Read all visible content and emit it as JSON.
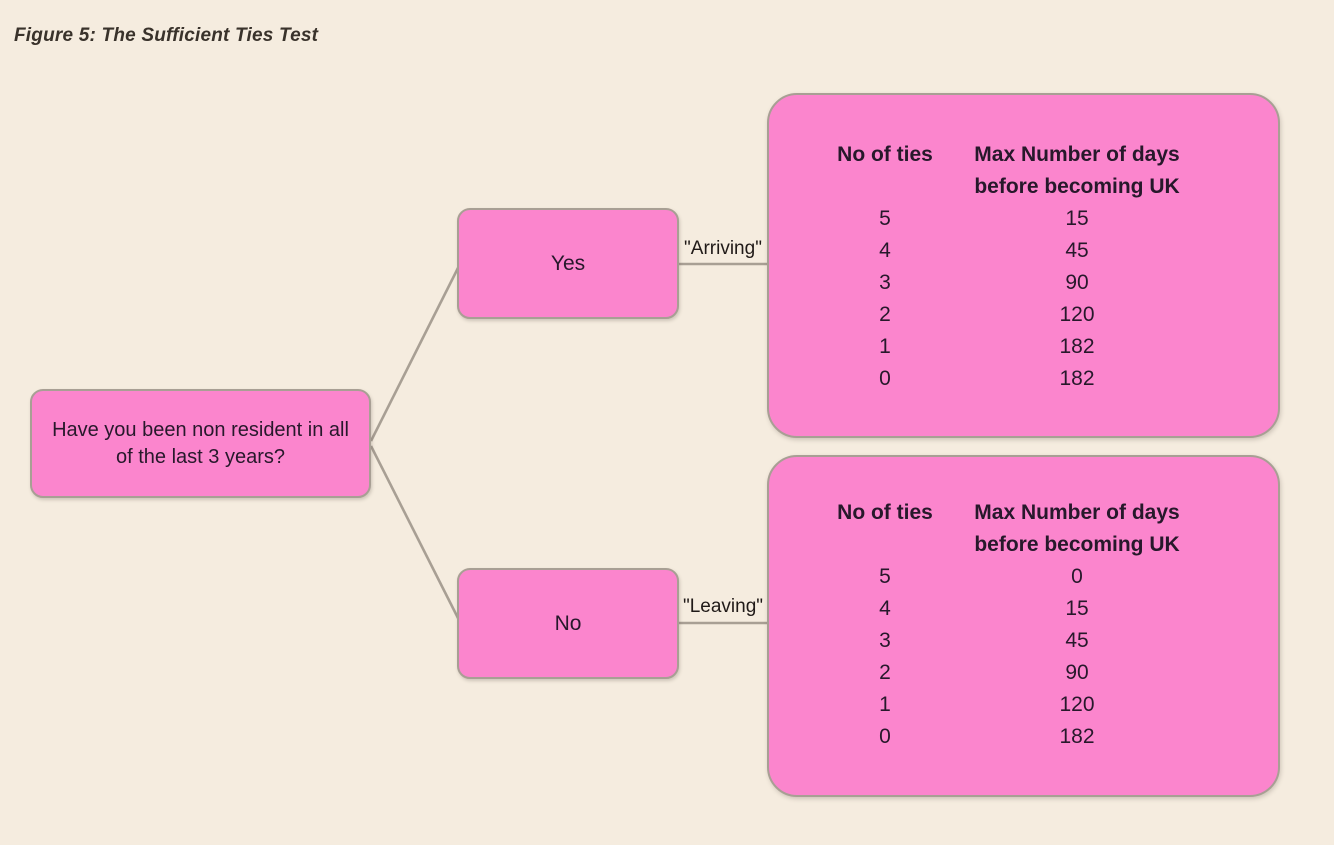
{
  "figure_title": "Figure 5: The Sufficient Ties Test",
  "colors": {
    "background": "#f5ecdf",
    "node_fill": "#fb85cd",
    "node_border": "#a89f94",
    "connector": "#a89f94",
    "text": "#27182b",
    "title_text": "#39322b"
  },
  "root_question": "Have you been non resident in all of the last 3 years?",
  "branches": [
    {
      "answer": "Yes",
      "edge_label": "\"Arriving\"",
      "table": {
        "ties_header": "No of ties",
        "days_header_line1": "Max Number of days",
        "days_header_line2": "before becoming UK",
        "rows": [
          {
            "ties": "5",
            "days": "15"
          },
          {
            "ties": "4",
            "days": "45"
          },
          {
            "ties": "3",
            "days": "90"
          },
          {
            "ties": "2",
            "days": "120"
          },
          {
            "ties": "1",
            "days": "182"
          },
          {
            "ties": "0",
            "days": "182"
          }
        ]
      }
    },
    {
      "answer": "No",
      "edge_label": "\"Leaving\"",
      "table": {
        "ties_header": "No of ties",
        "days_header_line1": "Max Number of days",
        "days_header_line2": "before becoming UK",
        "rows": [
          {
            "ties": "5",
            "days": "0"
          },
          {
            "ties": "4",
            "days": "15"
          },
          {
            "ties": "3",
            "days": "45"
          },
          {
            "ties": "2",
            "days": "90"
          },
          {
            "ties": "1",
            "days": "120"
          },
          {
            "ties": "0",
            "days": "182"
          }
        ]
      }
    }
  ]
}
